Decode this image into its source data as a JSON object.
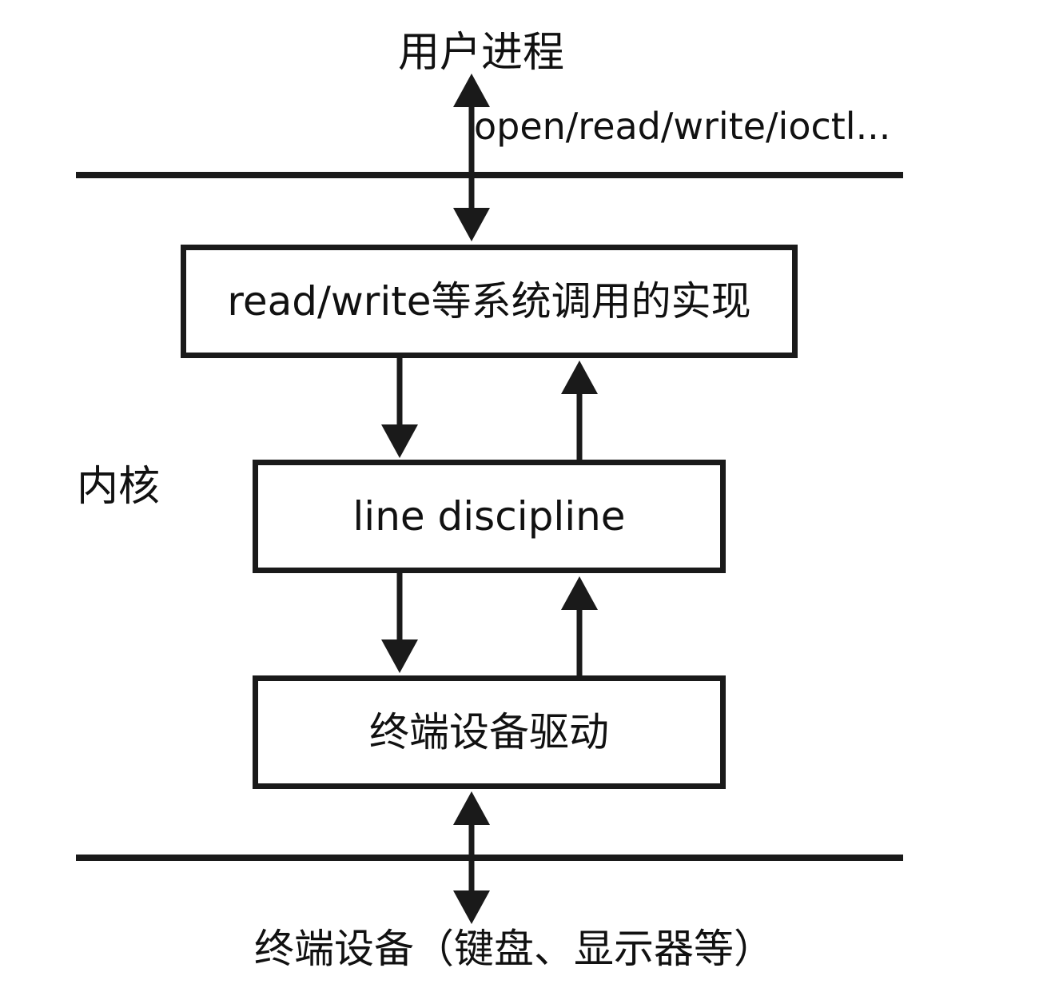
{
  "diagram": {
    "top_label": "用户进程",
    "syscall_label": "open/read/write/ioctl...",
    "kernel_label": "内核",
    "boxes": {
      "syscall_impl": "read/write等系统调用的实现",
      "line_discipline": "line discipline",
      "terminal_driver": "终端设备驱动"
    },
    "bottom_label": "终端设备（键盘、显示器等）"
  }
}
